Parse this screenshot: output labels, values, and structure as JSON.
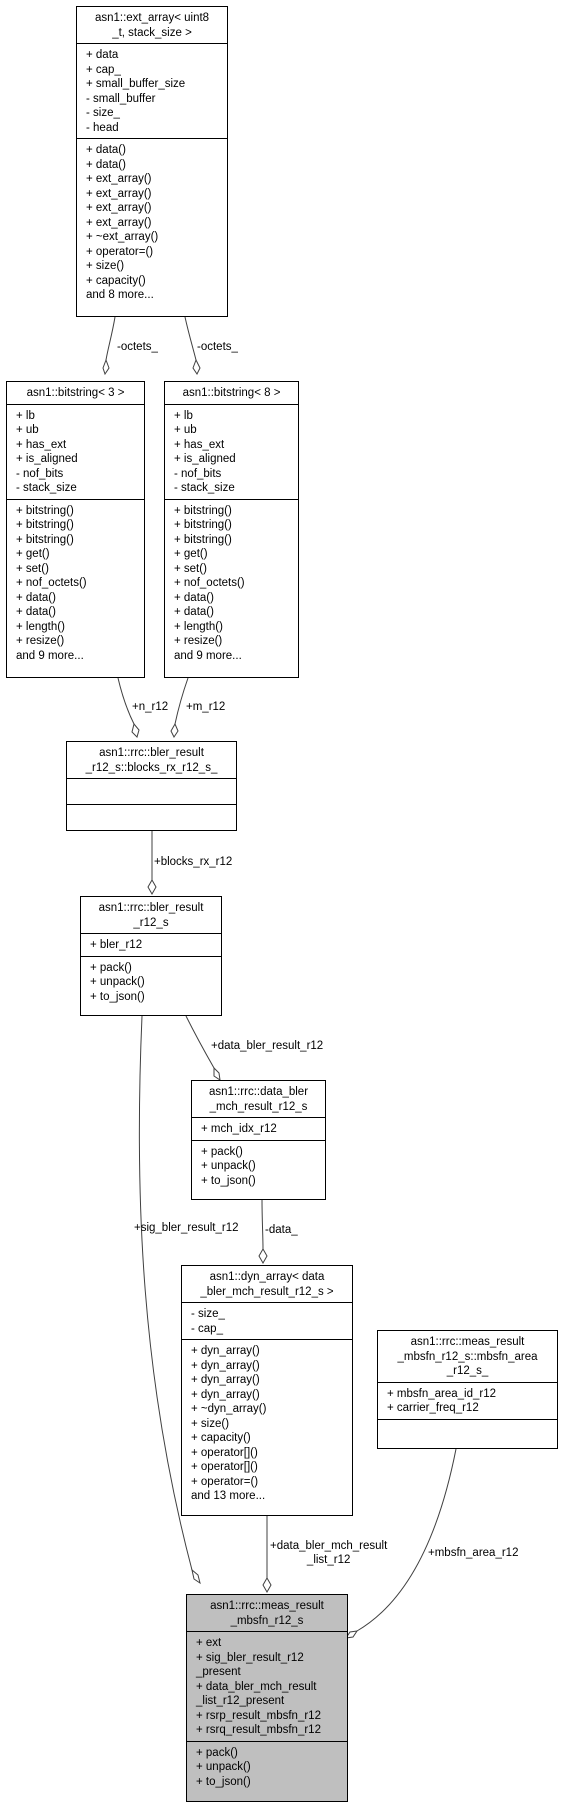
{
  "nodes": {
    "ext_array": {
      "title": "asn1::ext_array< uint8\n_t, stack_size >",
      "attrs": [
        "+ data",
        "+ cap_",
        "+ small_buffer_size",
        "- small_buffer",
        "- size_",
        "- head"
      ],
      "methods": [
        "+ data()",
        "+ data()",
        "+ ext_array()",
        "+ ext_array()",
        "+ ext_array()",
        "+ ext_array()",
        "+ ~ext_array()",
        "+ operator=()",
        "+ size()",
        "+ capacity()",
        "and 8 more..."
      ]
    },
    "bitstring3": {
      "title": "asn1::bitstring< 3 >",
      "attrs": [
        "+ lb",
        "+ ub",
        "+ has_ext",
        "+ is_aligned",
        "- nof_bits",
        "- stack_size"
      ],
      "methods": [
        "+ bitstring()",
        "+ bitstring()",
        "+ bitstring()",
        "+ get()",
        "+ set()",
        "+ nof_octets()",
        "+ data()",
        "+ data()",
        "+ length()",
        "+ resize()",
        "and 9 more..."
      ]
    },
    "bitstring8": {
      "title": "asn1::bitstring< 8 >",
      "attrs": [
        "+ lb",
        "+ ub",
        "+ has_ext",
        "+ is_aligned",
        "- nof_bits",
        "- stack_size"
      ],
      "methods": [
        "+ bitstring()",
        "+ bitstring()",
        "+ bitstring()",
        "+ get()",
        "+ set()",
        "+ nof_octets()",
        "+ data()",
        "+ data()",
        "+ length()",
        "+ resize()",
        "and 9 more..."
      ]
    },
    "blocks_rx": {
      "title": "asn1::rrc::bler_result\n_r12_s::blocks_rx_r12_s_",
      "attrs": [],
      "methods": []
    },
    "bler_result": {
      "title": "asn1::rrc::bler_result\n_r12_s",
      "attrs": [
        "+ bler_r12"
      ],
      "methods": [
        "+ pack()",
        "+ unpack()",
        "+ to_json()"
      ]
    },
    "data_bler": {
      "title": "asn1::rrc::data_bler\n_mch_result_r12_s",
      "attrs": [
        "+ mch_idx_r12"
      ],
      "methods": [
        "+ pack()",
        "+ unpack()",
        "+ to_json()"
      ]
    },
    "dyn_array": {
      "title": "asn1::dyn_array< data\n_bler_mch_result_r12_s >",
      "attrs": [
        "- size_",
        "- cap_"
      ],
      "methods": [
        "+ dyn_array()",
        "+ dyn_array()",
        "+ dyn_array()",
        "+ dyn_array()",
        "+ ~dyn_array()",
        "+ size()",
        "+ capacity()",
        "+ operator[]()",
        "+ operator[]()",
        "+ operator=()",
        "and 13 more..."
      ]
    },
    "mbsfn_area": {
      "title": "asn1::rrc::meas_result\n_mbsfn_r12_s::mbsfn_area\n_r12_s_",
      "attrs": [
        "+ mbsfn_area_id_r12",
        "+ carrier_freq_r12"
      ],
      "methods": []
    },
    "meas_result": {
      "title": "asn1::rrc::meas_result\n_mbsfn_r12_s",
      "attrs": [
        "+ ext",
        "+ sig_bler_result_r12\n_present",
        "+ data_bler_mch_result\n_list_r12_present",
        "+ rsrp_result_mbsfn_r12",
        "+ rsrq_result_mbsfn_r12"
      ],
      "methods": [
        "+ pack()",
        "+ unpack()",
        "+ to_json()"
      ]
    }
  },
  "edges": {
    "octets_left": "-octets_",
    "octets_right": "-octets_",
    "n_r12": "+n_r12",
    "m_r12": "+m_r12",
    "blocks_rx_r12": "+blocks_rx_r12",
    "data_bler_result_r12": "+data_bler_result_r12",
    "sig_bler_result_r12": "+sig_bler_result_r12",
    "data_": "-data_",
    "data_bler_mch_result_list_r12": "+data_bler_mch_result\n_list_r12",
    "mbsfn_area_r12": "+mbsfn_area_r12"
  }
}
